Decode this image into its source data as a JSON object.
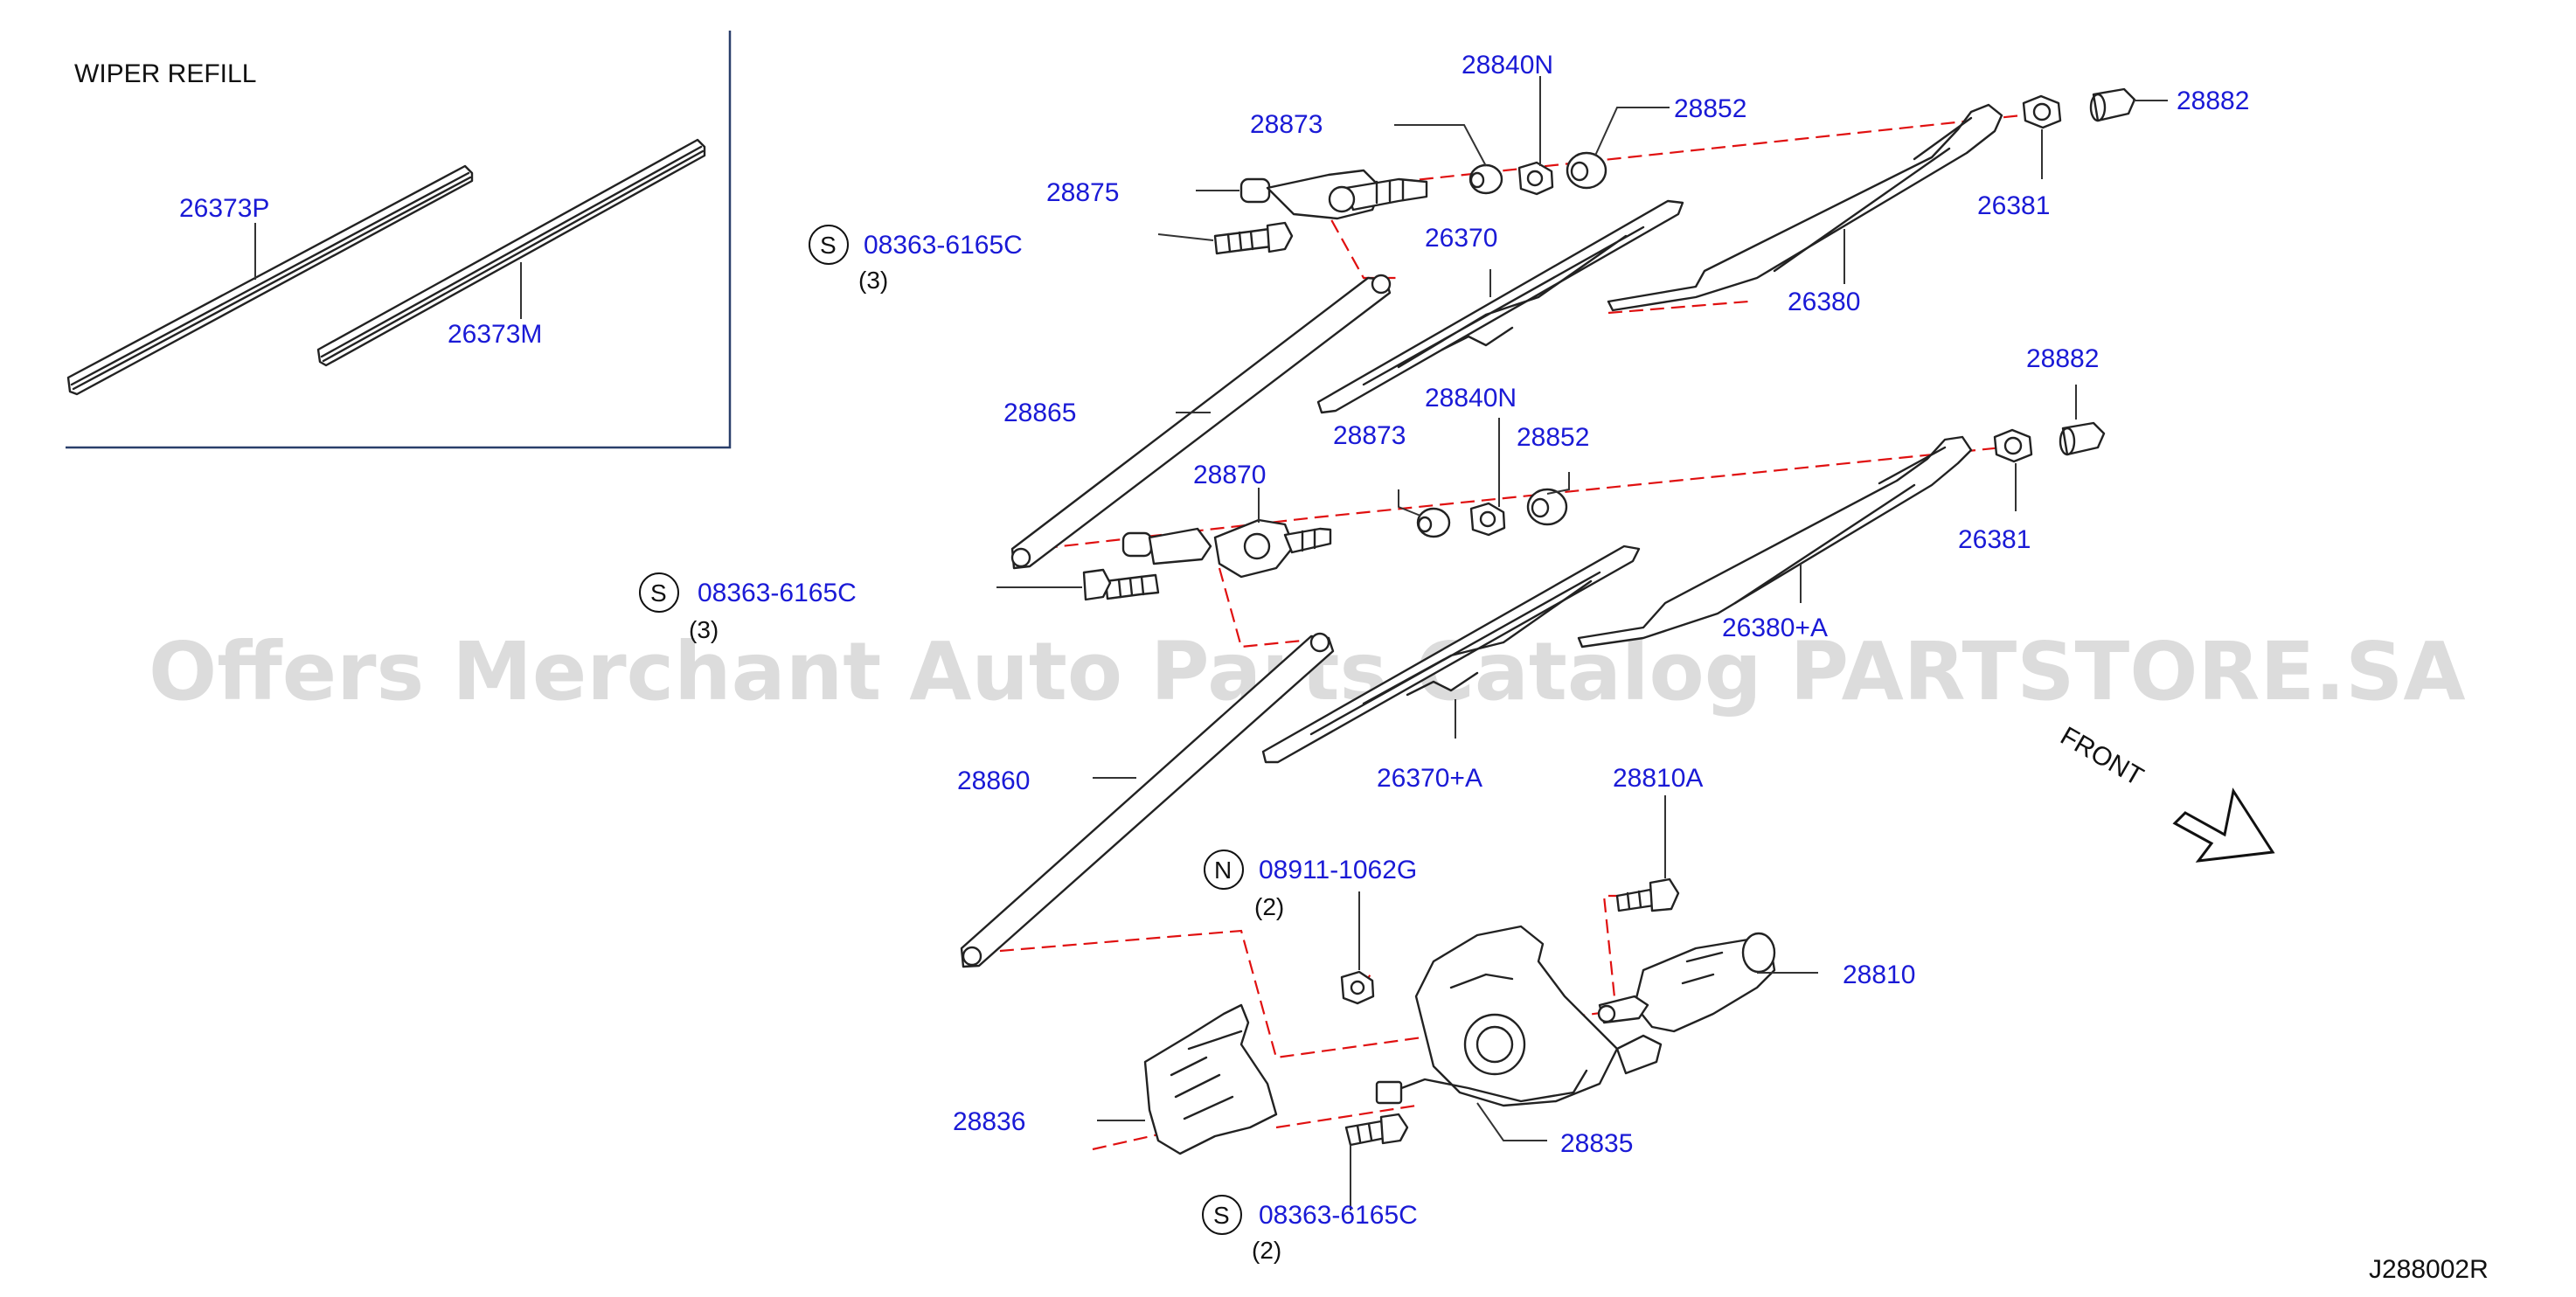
{
  "inset": {
    "title": "WIPER   REFILL",
    "parts": [
      "26373P",
      "26373M"
    ]
  },
  "labels": {
    "p28840N_top": "28840N",
    "p28873_top": "28873",
    "p28852_top": "28852",
    "p28882_top": "28882",
    "p28875": "28875",
    "p26381_top": "26381",
    "p26370": "26370",
    "p26380": "26380",
    "p28882_mid": "28882",
    "p28865": "28865",
    "p28840N_mid": "28840N",
    "p28873_mid": "28873",
    "p28852_mid": "28852",
    "p28870": "28870",
    "p26381_mid": "26381",
    "p26380A": "26380+A",
    "p28860": "28860",
    "p26370A": "26370+A",
    "p28810A": "28810A",
    "p28810": "28810",
    "p28836": "28836",
    "p28835": "28835"
  },
  "callouts": {
    "s1": {
      "letter": "S",
      "part": "08363-6165C",
      "qty": "(3)"
    },
    "s2": {
      "letter": "S",
      "part": "08363-6165C",
      "qty": "(3)"
    },
    "n1": {
      "letter": "N",
      "part": "08911-1062G",
      "qty": "(2)"
    },
    "s3": {
      "letter": "S",
      "part": "08363-6165C",
      "qty": "(2)"
    }
  },
  "front_label": "FRONT",
  "watermark": "Offers Merchant Auto Parts Catalog PARTSTORE.SA",
  "diagram_code": "J288002R",
  "colors": {
    "label": "#1a1ad6",
    "dashed_line": "#e01010",
    "frame": "#2a3f6b"
  }
}
